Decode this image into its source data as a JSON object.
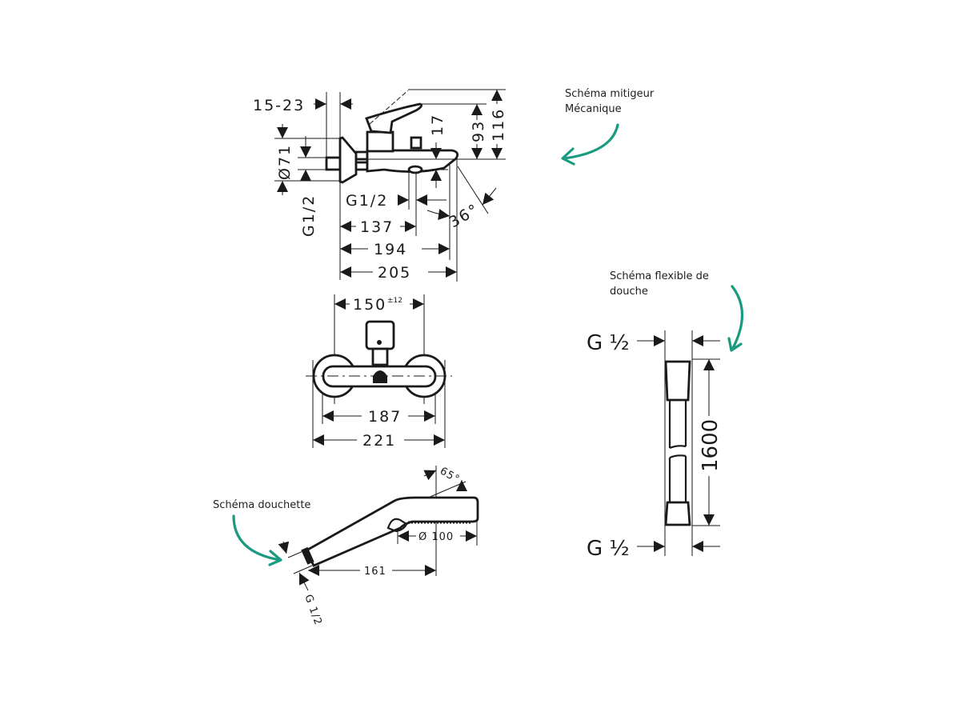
{
  "annotations": {
    "mixer": {
      "line1": "Schéma mitigeur",
      "line2": "Mécanique"
    },
    "hose": {
      "line1": "Schéma flexible de",
      "line2": "douche"
    },
    "handshower": {
      "label": "Schéma douchette"
    }
  },
  "accent_color": "#1a9a80",
  "mixer_side_view": {
    "dims": {
      "wall_offset": "15-23",
      "diameter": "Ø71",
      "inlet_thread": "G1/2",
      "outlet_thread": "G1/2",
      "outlet_height": "17",
      "height_93": "93",
      "height_116": "116",
      "angle": "36°",
      "length_137": "137",
      "length_194": "194",
      "length_205": "205"
    }
  },
  "mixer_front_view": {
    "dims": {
      "centers": "150",
      "centers_tolerance": "±12",
      "width_187": "187",
      "width_221": "221"
    }
  },
  "handshower_view": {
    "dims": {
      "angle": "65°",
      "head_diameter": "Ø 100",
      "length": "161",
      "thread": "G 1/2"
    }
  },
  "hose_view": {
    "dims": {
      "top_thread": "G ½",
      "bottom_thread": "G ½",
      "length": "1600"
    }
  }
}
